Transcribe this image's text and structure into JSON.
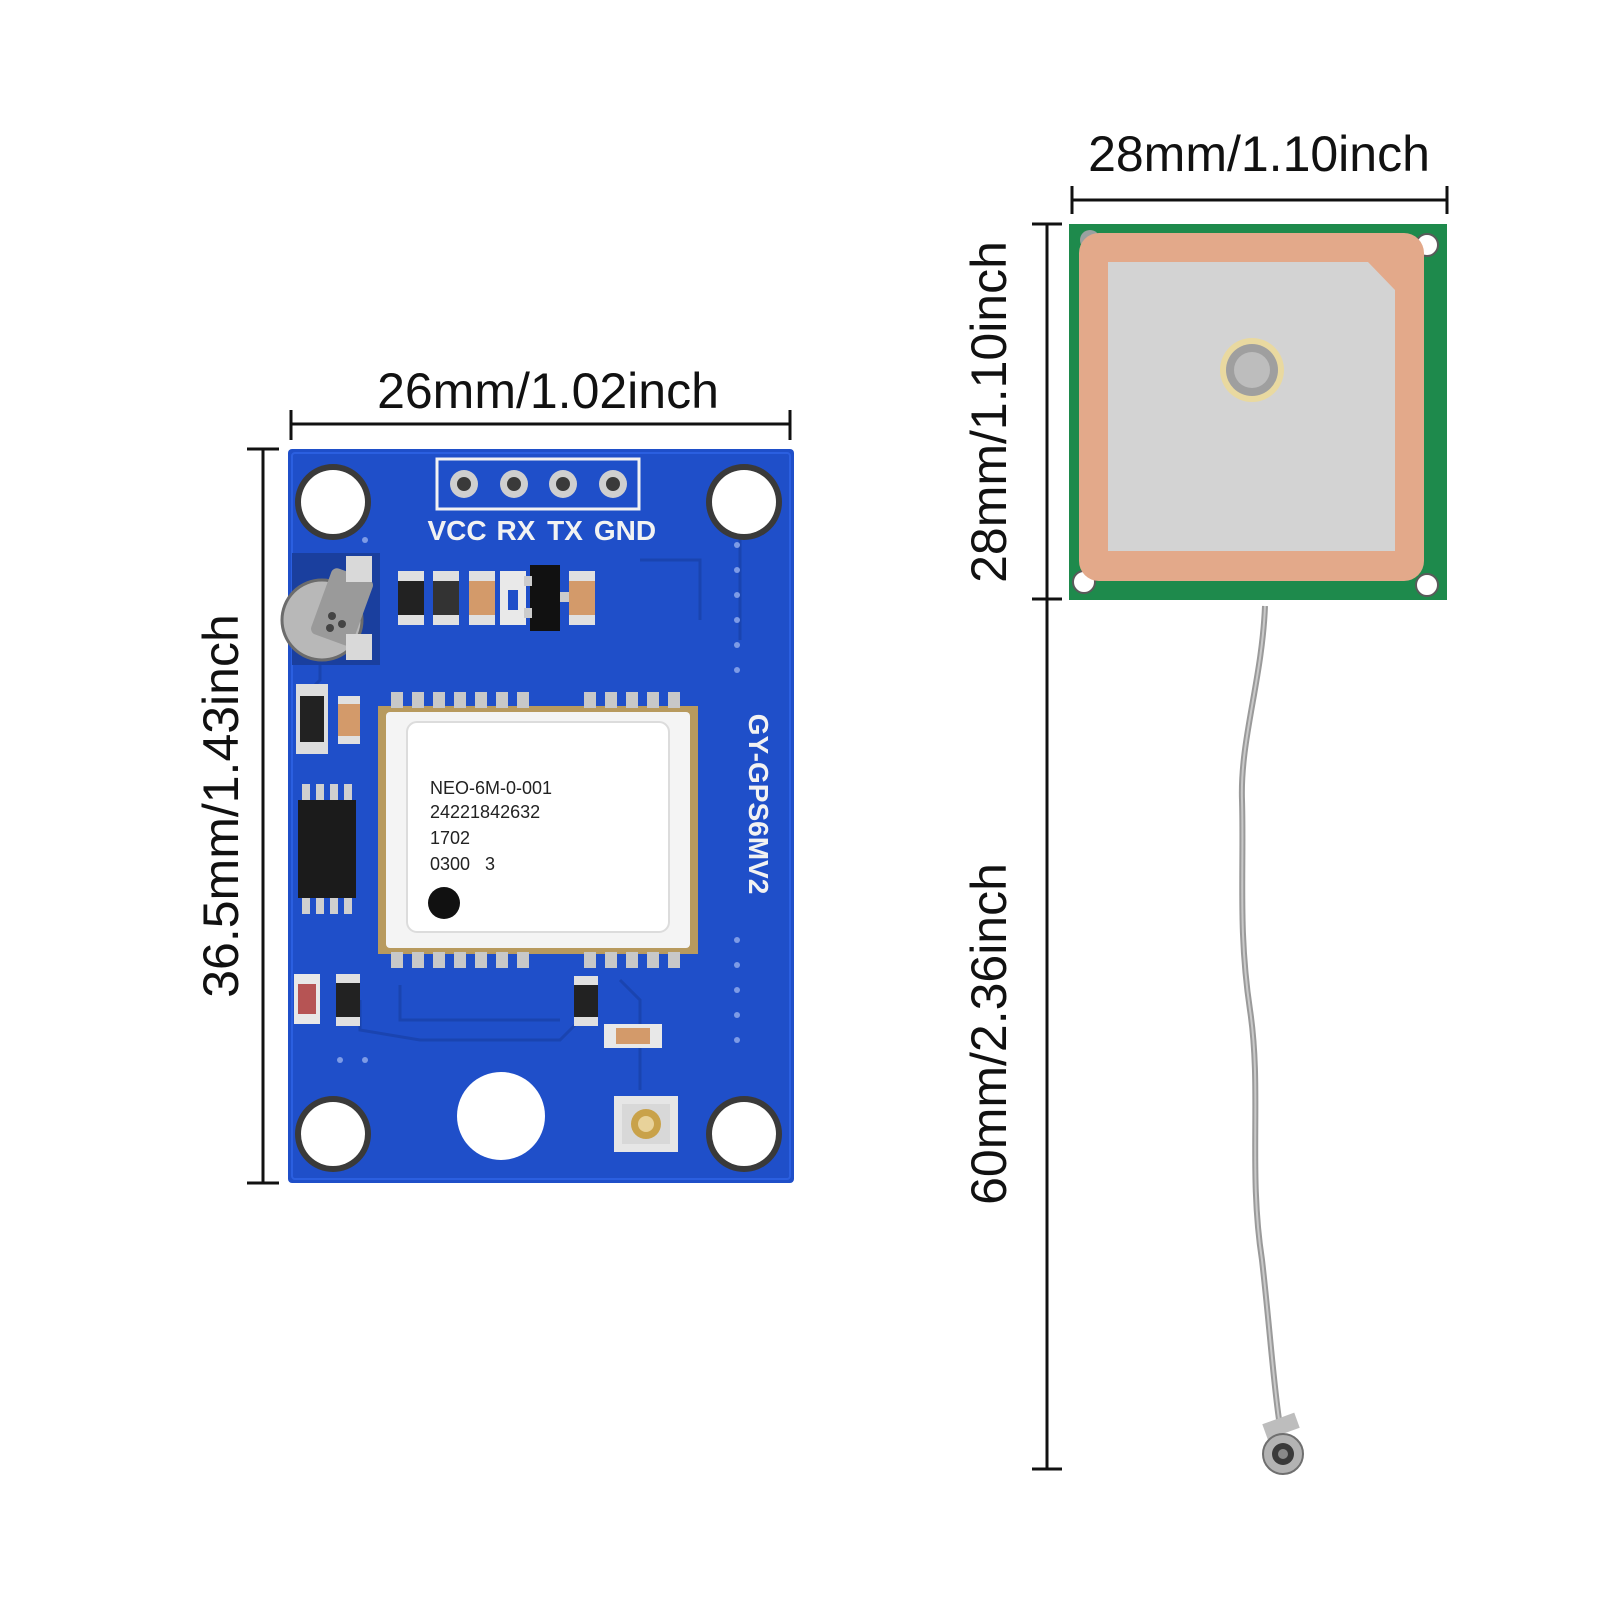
{
  "gps_module": {
    "width_label": "26mm/1.02inch",
    "height_label": "36.5mm/1.43inch",
    "pins": [
      "VCC",
      "RX",
      "TX",
      "GND"
    ],
    "board_label": "GY-GPS6MV2",
    "chip_lines": [
      "NEO-6M-0-001",
      "24221842632",
      "1702",
      "0300   3"
    ],
    "colors": {
      "pcb": "#1f4fc9",
      "shield": "#f4f4f4"
    }
  },
  "antenna": {
    "width_label": "28mm/1.10inch",
    "height_label": "28mm/1.10inch",
    "cable_label": "60mm/2.36inch",
    "colors": {
      "pcb": "#1e8a4c",
      "ceramic_border": "#e3a98a",
      "ceramic": "#d3d3d3"
    }
  }
}
